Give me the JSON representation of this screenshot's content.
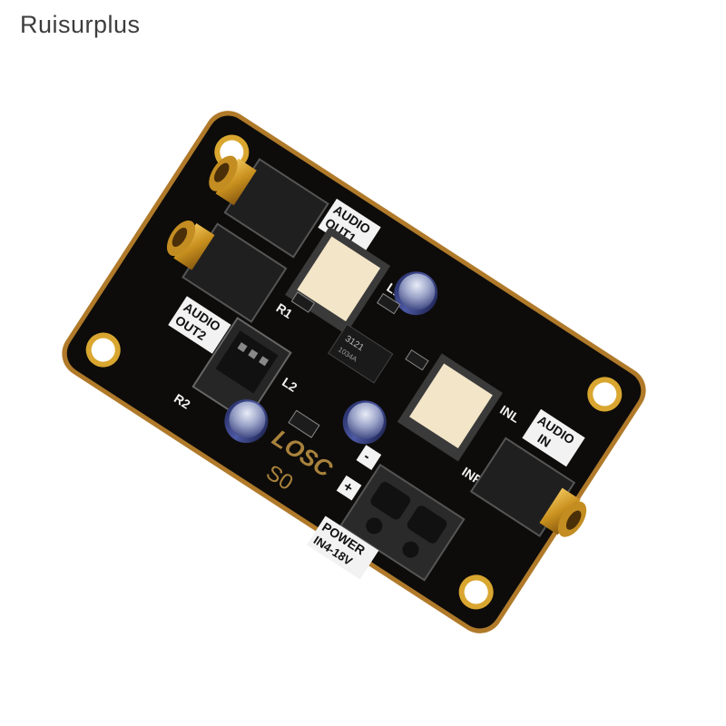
{
  "watermark": {
    "text": "Ruisurplus"
  },
  "board": {
    "logo": "LOSC",
    "model": "S0",
    "labels": {
      "audio_out1_a": "AUDIO",
      "audio_out1_b": "OUT1",
      "audio_out2_a": "AUDIO",
      "audio_out2_b": "OUT2",
      "audio_in_a": "AUDIO",
      "audio_in_b": "IN",
      "l1": "L1",
      "r1": "R1",
      "l2": "L2",
      "r2": "R2",
      "inl": "INL",
      "inr": "INR",
      "power_a": "POWER",
      "power_b": "IN4-18V",
      "minus": "-",
      "plus": "+",
      "chip_line1": "3121",
      "chip_line2": "1034A"
    }
  },
  "colors": {
    "pcb": "#0d0c0a",
    "pcb_edge": "#b07a2a",
    "gold": "#d9a630",
    "connector_cream": "#f3e5c8",
    "capacitor": "#6f7bb8"
  }
}
